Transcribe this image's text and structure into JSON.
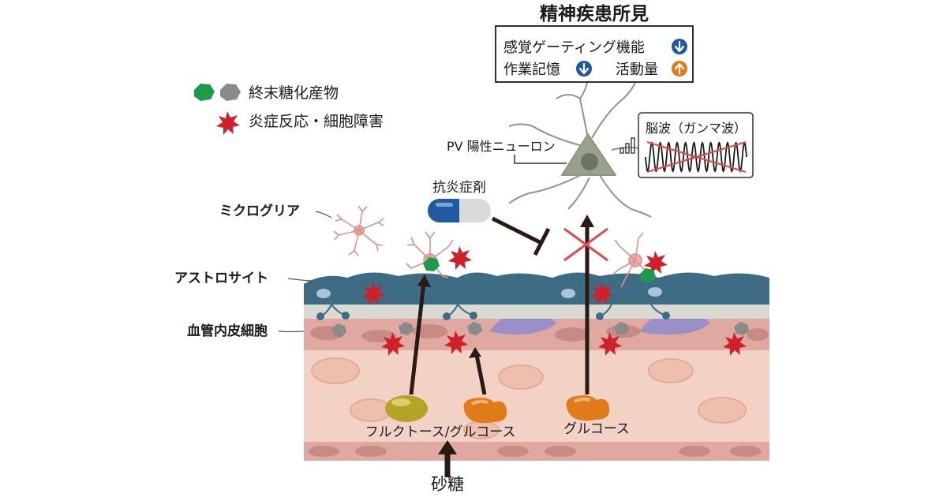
{
  "title": "精神疾患所見",
  "findings": {
    "sensory_gating": "感覚ゲーティング機能",
    "sensory_gating_dir": "↓",
    "working_memory": "作業記憶",
    "working_memory_dir": "↓",
    "activity": "活動量",
    "activity_dir": "↑"
  },
  "legend": {
    "age_label": "終末糖化産物",
    "inflammation_label": "炎症反応・細胞障害"
  },
  "labels": {
    "pv_neuron": "PV 陽性ニューロン",
    "eeg": "脳波（ガンマ波）",
    "anti_inflammatory": "抗炎症剤",
    "microglia": "ミクログリア",
    "astrocyte": "アストロサイト",
    "endothelial": "血管内皮細胞",
    "fructose_glucose": "フルクトース/グルコース",
    "glucose": "グルコース",
    "sugar": "砂糖"
  },
  "colors": {
    "down_arrow": "#1f5aa0",
    "up_arrow": "#e07b1a",
    "age_green": "#1f9a4a",
    "age_gray": "#8a8a8a",
    "inflammation": "#d0202a",
    "astrocyte": "#3f6c85",
    "endothelial": "#d7a09a",
    "blood": "#f3d2c6",
    "neuron": "#9aa08e",
    "block_x": "#e04a4a"
  }
}
